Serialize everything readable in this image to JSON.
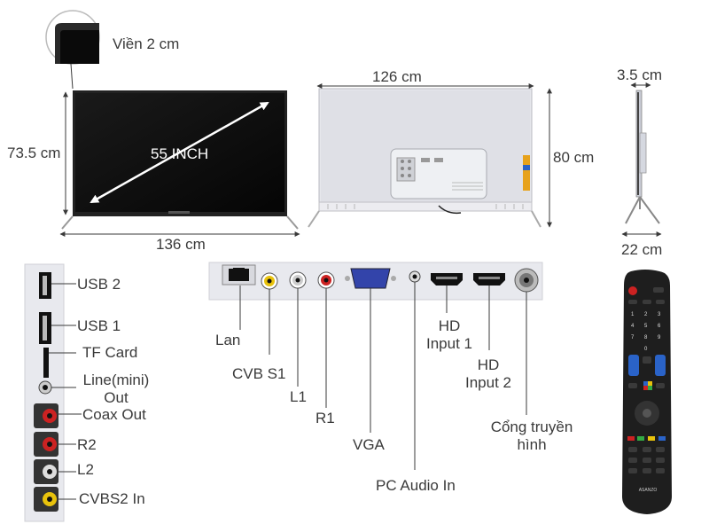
{
  "bezel": {
    "label": "Viền 2 cm"
  },
  "front_view": {
    "diagonal": "55 INCH",
    "height": "73.5 cm",
    "width": "136 cm"
  },
  "back_view": {
    "width": "126 cm",
    "height": "80 cm"
  },
  "side_view": {
    "depth": "3.5 cm",
    "stand_depth": "22 cm"
  },
  "side_ports": {
    "usb2": "USB 2",
    "usb1": "USB 1",
    "tf_card": "TF Card",
    "line_mini_out_1": "Line(mini)",
    "line_mini_out_2": "Out",
    "coax_out": "Coax Out",
    "r2": "R2",
    "l2": "L2",
    "cvbs2_in": "CVBS2 In"
  },
  "rear_ports": {
    "lan": "Lan",
    "cvbs1": "CVB S1",
    "l1": "L1",
    "r1": "R1",
    "vga": "VGA",
    "pc_audio_in": "PC Audio In",
    "hd_input1_1": "HD",
    "hd_input1_2": "Input 1",
    "hd_input2_1": "HD",
    "hd_input2_2": "Input 2",
    "antenna_1": "Cổng truyền",
    "antenna_2": "hình"
  },
  "remote": {
    "brand": "ASANZO"
  },
  "colors": {
    "line": "#3a3a3a",
    "screen": "#111111",
    "panel": "#e8e9ee",
    "accent_arrow": "#ffffff",
    "port_red": "#cc2222",
    "port_yellow": "#e8c20c",
    "vga_blue": "#3344aa",
    "remote_body": "#1e1e1e",
    "remote_blue": "#2a63c8"
  }
}
